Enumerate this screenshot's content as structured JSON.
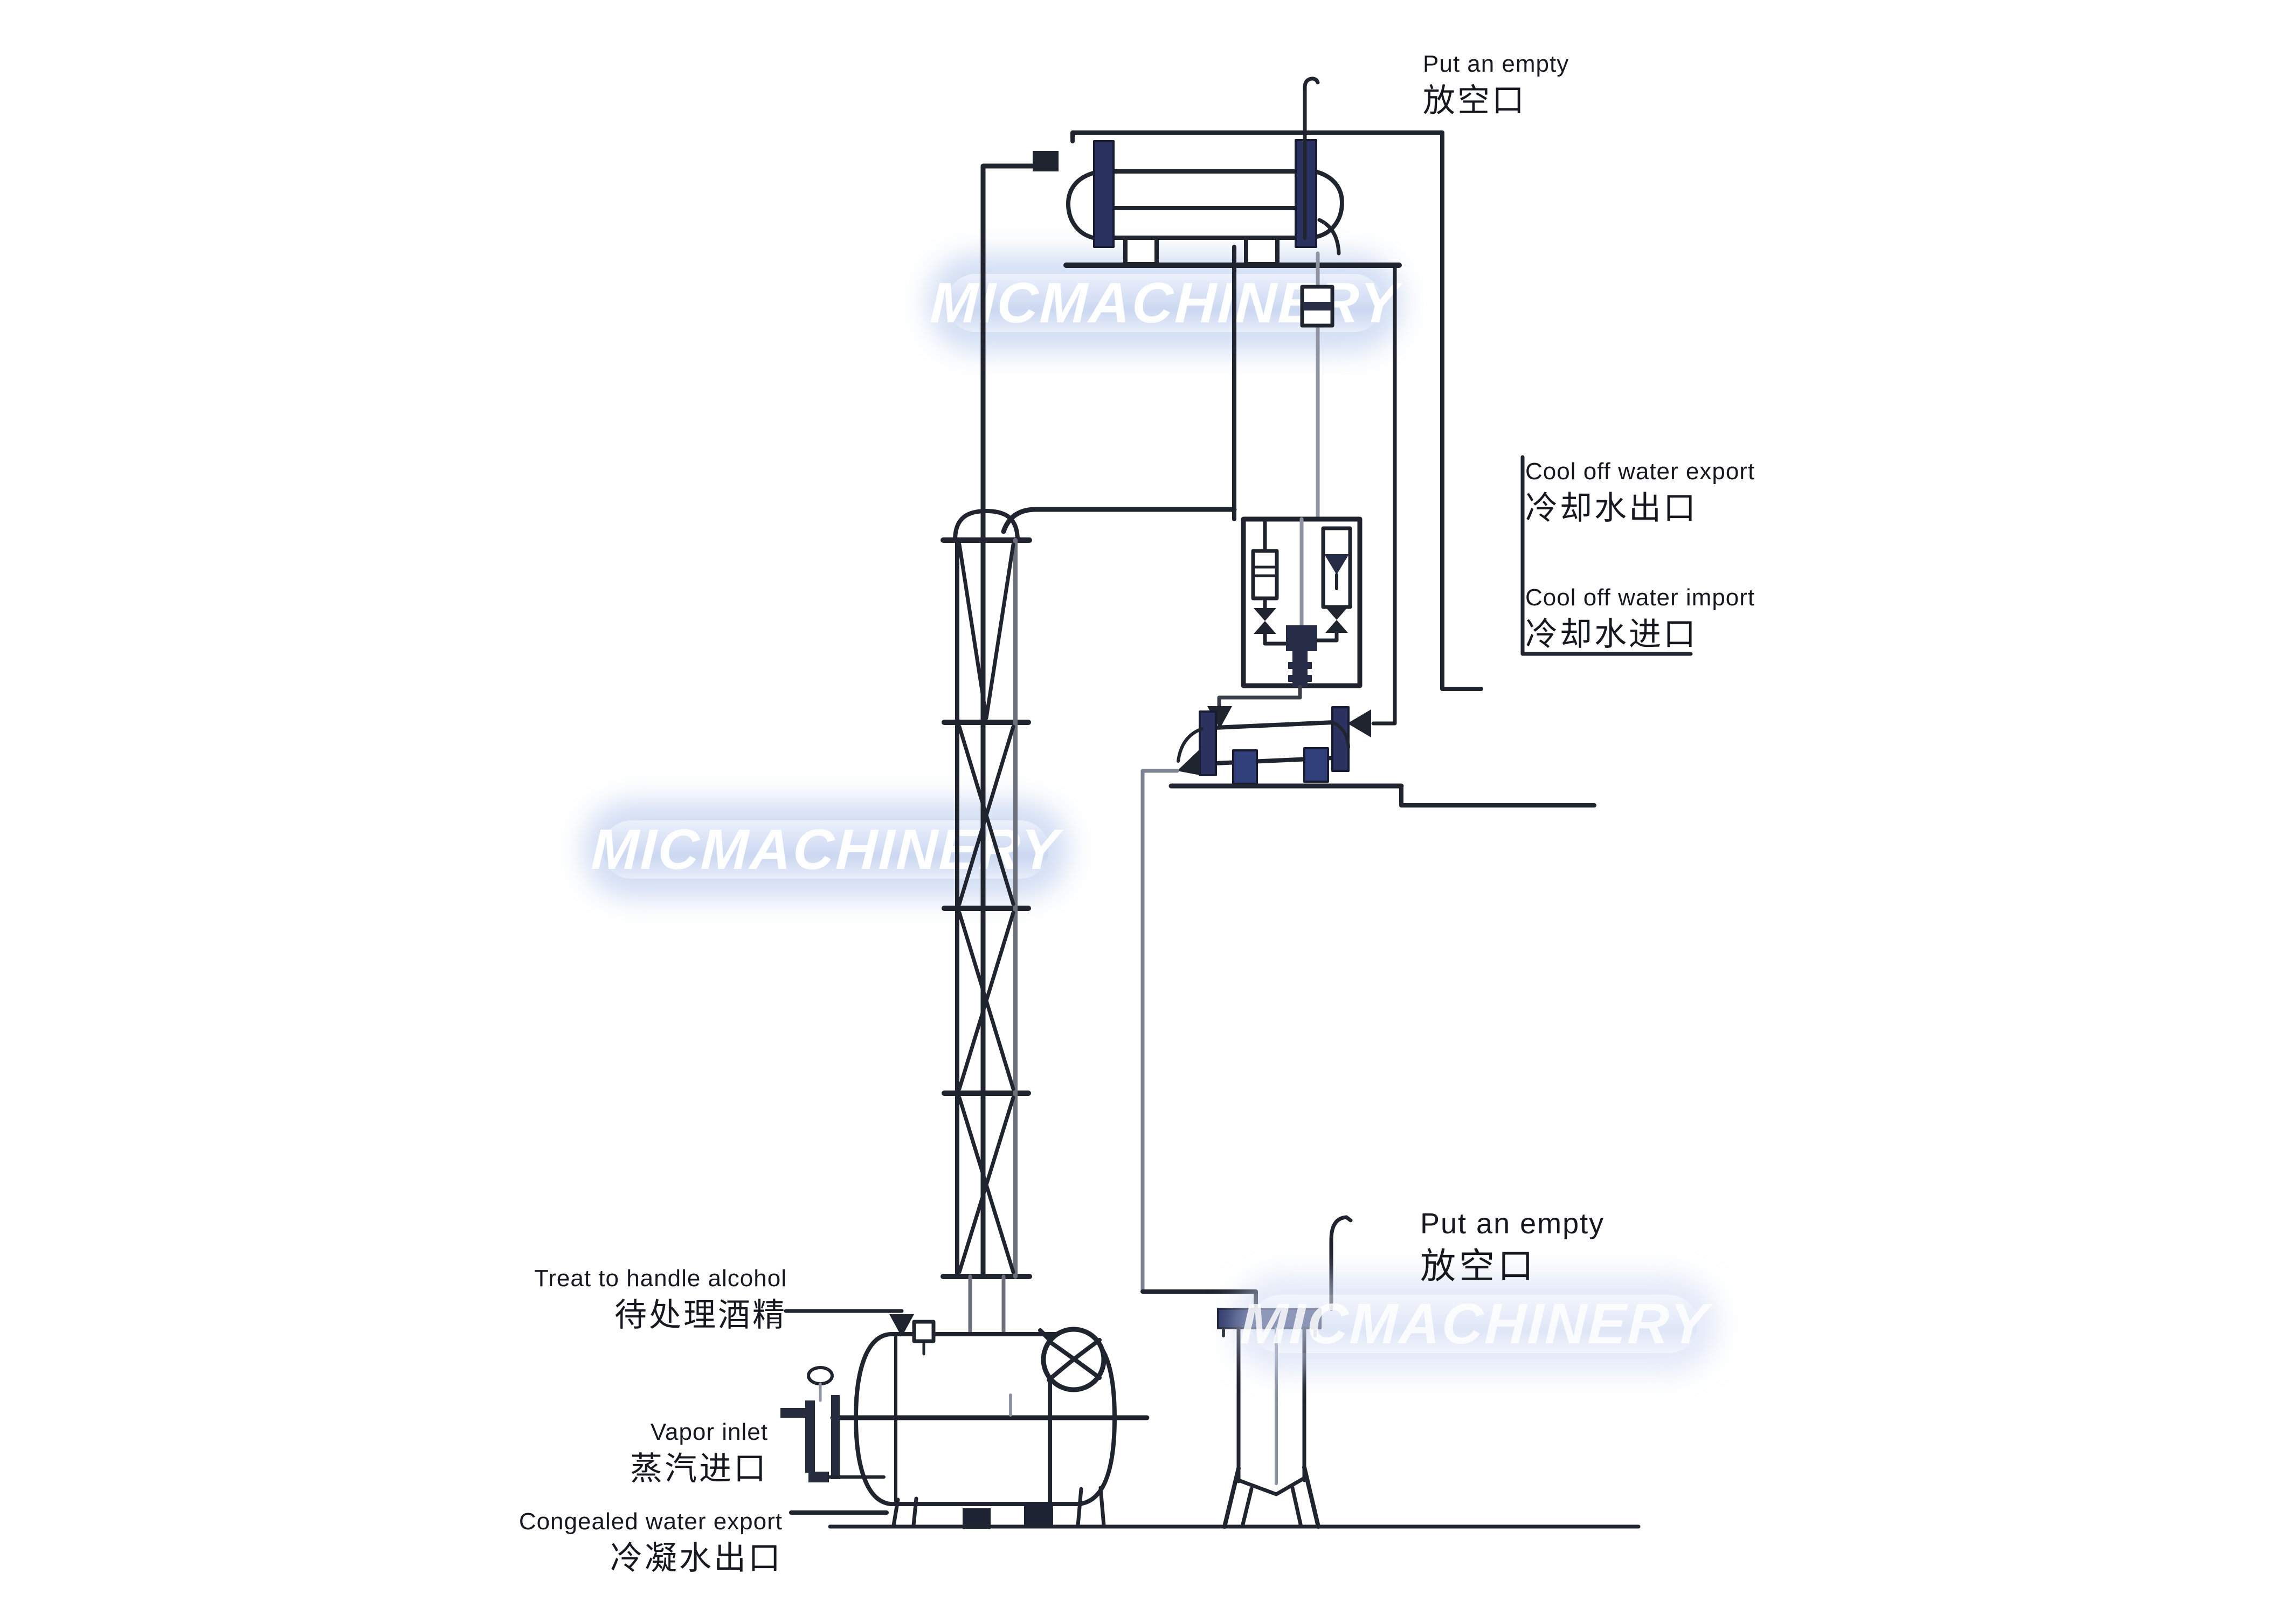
{
  "diagram": {
    "watermark": "MICMACHINERY",
    "labels": {
      "vent_top": {
        "en": "Put an empty",
        "zh": "放空口"
      },
      "cooling_water_out": {
        "en": "Cool off water export",
        "zh": "冷却水出口"
      },
      "cooling_water_in": {
        "en": "Cool off water import",
        "zh": "冷却水进口"
      },
      "feed_alcohol": {
        "en": "Treat to handle alcohol",
        "zh": "待处理酒精"
      },
      "vapor_inlet": {
        "en": "Vapor inlet",
        "zh": "蒸汽进口"
      },
      "condensate_out": {
        "en": "Congealed water export",
        "zh": "冷凝水出口"
      },
      "vent_bottom": {
        "en": "Put an empty",
        "zh": "放空口"
      }
    },
    "equipment_depicted": [
      "top-condenser",
      "distillation-column",
      "flow-control-assembly",
      "secondary-condenser",
      "reboiler-tank",
      "receiving-tank"
    ],
    "colors": {
      "line": "#20242e",
      "line_gray": "#8d93a0",
      "navy": "#2c3260",
      "navy_light": "#31407a",
      "watermark_band": "#ccd8f1",
      "watermark_text": "#ffffff",
      "background": "#ffffff"
    }
  }
}
